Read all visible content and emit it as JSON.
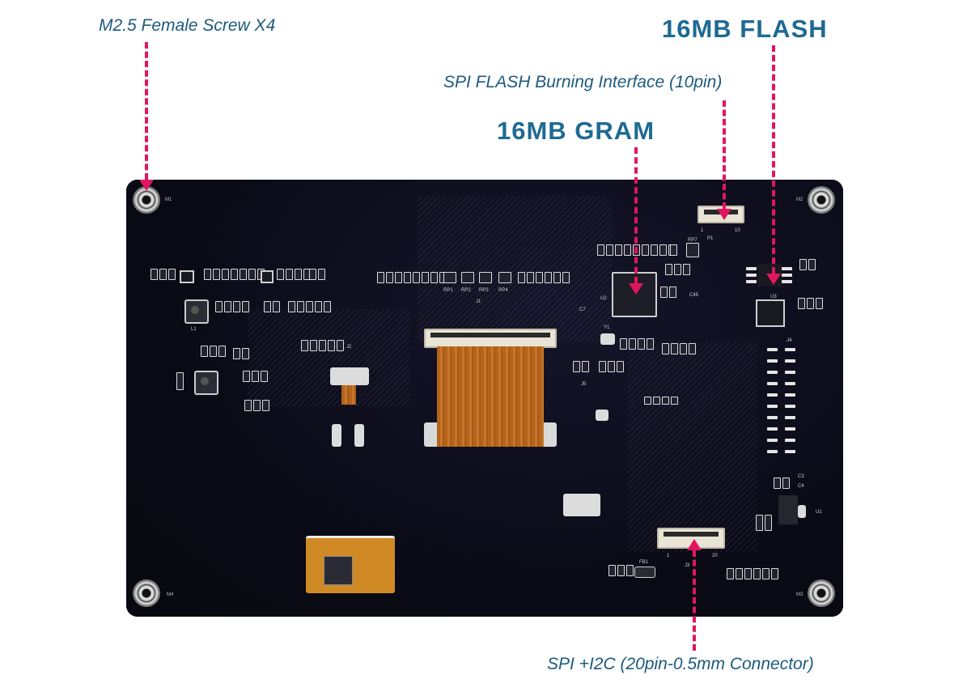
{
  "callouts": {
    "screws": "M2.5 Female Screw X4",
    "flash": "16MB FLASH",
    "spi_burning": "SPI FLASH Burning Interface (10pin)",
    "gram": "16MB GRAM",
    "connector": "SPI +I2C (20pin-0.5mm Connector)"
  },
  "board": {
    "screw_labels": [
      "M1",
      "M2",
      "M4",
      "M3"
    ],
    "silkscreen": {
      "p1": "P1",
      "p1_pin1": "1",
      "p1_pin10": "10",
      "u2": "U2",
      "u3": "U3",
      "j1": "J1",
      "j2": "J2",
      "j3": "J3",
      "j4": "J4",
      "j5": "J5",
      "j3_pin1": "1",
      "j3_pin20": "20",
      "u1": "U1",
      "l1": "L1",
      "rp1": "RP1",
      "rp2": "RP2",
      "rp3": "RP3",
      "rp4": "RP4",
      "rp7": "RP7",
      "y1": "Y1",
      "fb1": "FB1",
      "c3": "C3",
      "c4": "C4",
      "c45": "C45",
      "c7": "C7"
    }
  },
  "colors": {
    "callout_text": "#1d5a7e",
    "callout_bold": "#1e6a93",
    "arrow": "#e0165e",
    "pcb": "#0c0c1c",
    "ribbon": "#c8772a"
  }
}
